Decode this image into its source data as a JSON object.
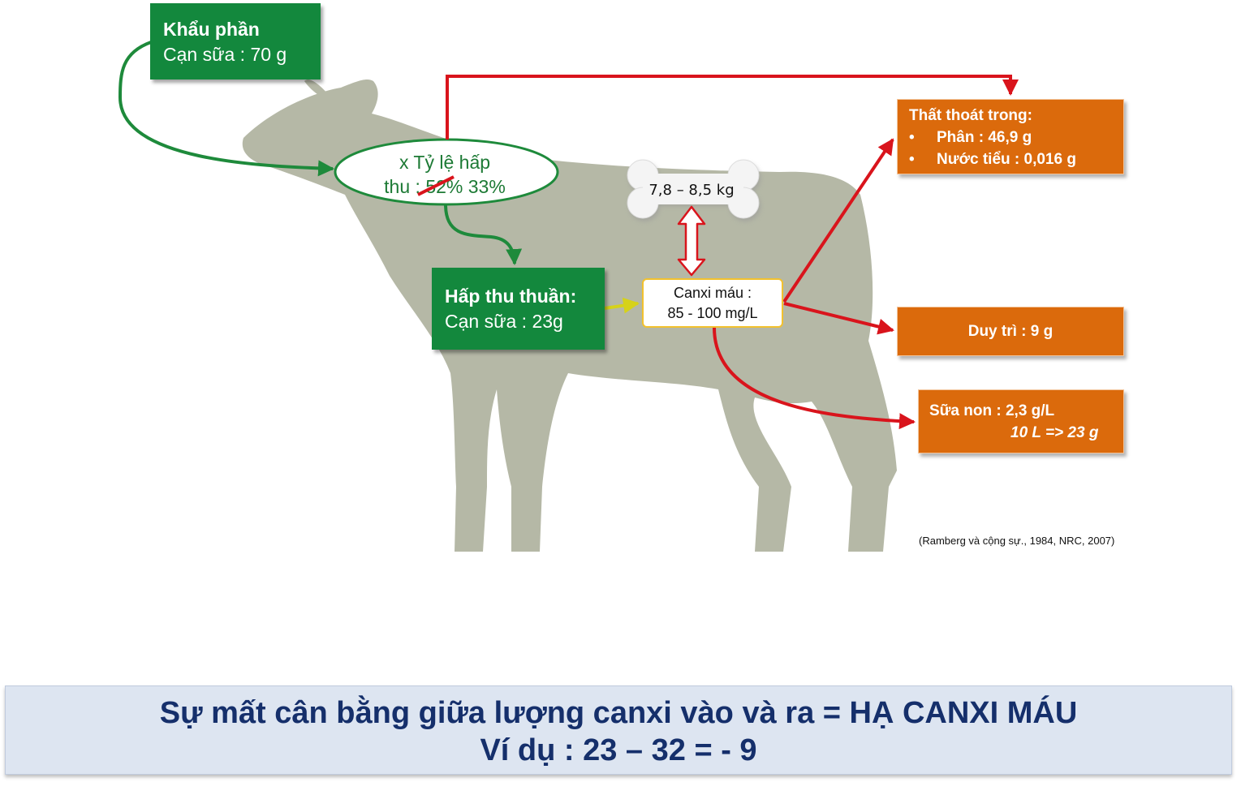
{
  "diet_box": {
    "title": "Khẩu phần",
    "value": "Cạn sữa : 70 g"
  },
  "absorption_rate": {
    "line1": "x Tỷ lệ hấp",
    "line2_prefix": "thu : ",
    "old_value": "52%",
    "new_value": " 33%"
  },
  "net_absorption_box": {
    "title": "Hấp thu thuần:",
    "value": "Cạn sữa : 23g"
  },
  "bone": {
    "label": "7,8 – 8,5 kg"
  },
  "blood_calcium": {
    "line1": "Canxi máu :",
    "line2": "85 - 100 mg/L"
  },
  "losses_box": {
    "title": "Thất thoát trong:",
    "items": [
      "Phân : 46,9 g",
      "Nước tiểu  : 0,016 g"
    ],
    "bullet": "•"
  },
  "maintenance_box": {
    "label": "Duy trì : 9 g"
  },
  "colostrum_box": {
    "line1": "Sữa non : 2,3 g/L",
    "line2": "10 L => 23 g"
  },
  "citation": "(Ramberg và cộng sự., 1984, NRC, 2007)",
  "footer": {
    "line1": "Sự mất cân bằng giữa lượng canxi vào và ra = HẠ CANXI MÁU",
    "line2": "Ví dụ : 23 – 32 = - 9"
  },
  "colors": {
    "green": "#13883d",
    "orange": "#db6a0c",
    "red_arrow": "#d9141c",
    "cow_silhouette": "#b5b8a6",
    "footer_text": "#152f6b",
    "footer_bg": "#dde5f1"
  }
}
